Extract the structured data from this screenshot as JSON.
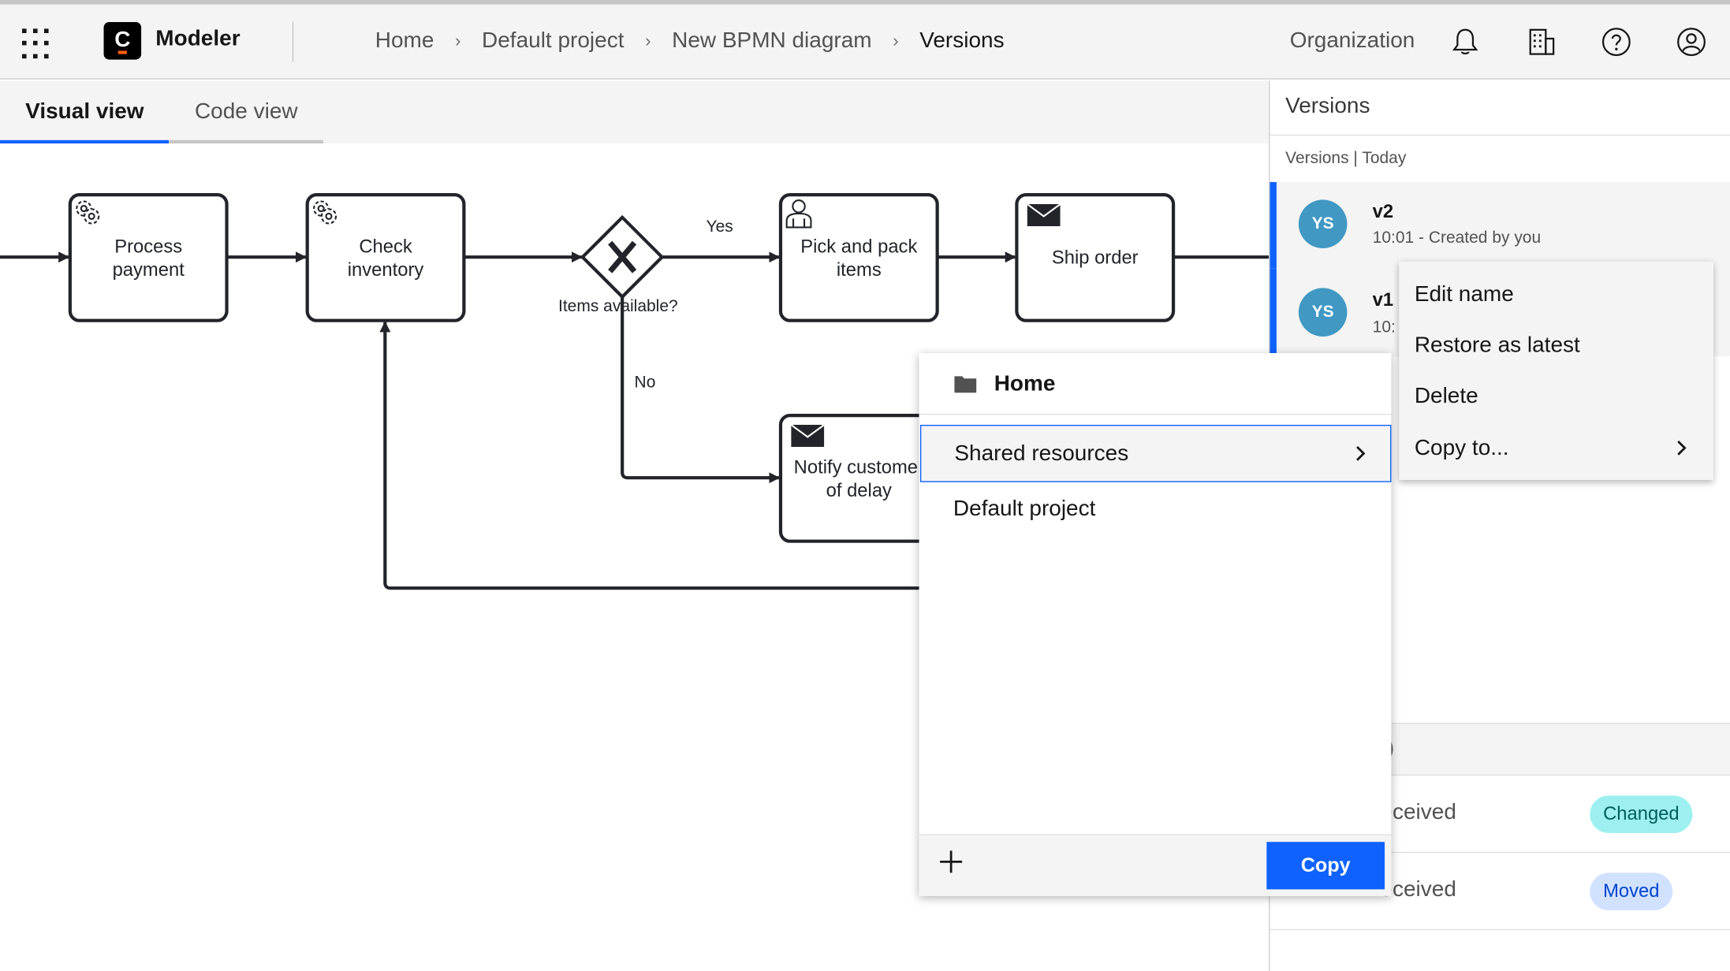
{
  "header": {
    "app_name": "Modeler",
    "logo_letter": "C",
    "breadcrumb": [
      "Home",
      "Default project",
      "New BPMN diagram",
      "Versions"
    ],
    "organization_label": "Organization"
  },
  "tabs": [
    {
      "label": "Visual view",
      "active": true
    },
    {
      "label": "Code view",
      "active": false
    }
  ],
  "diagram": {
    "tasks": {
      "process_payment": "Process payment",
      "check_inventory": "Check inventory",
      "pick_and_pack": "Pick and pack items",
      "ship_order": "Ship order",
      "notify_customer": "Notify customer of delay"
    },
    "gateway_label": "Items available?",
    "flow_yes": "Yes",
    "flow_no": "No"
  },
  "panel": {
    "title": "Versions",
    "subtitle": "Versions | Today",
    "versions": [
      {
        "avatar": "YS",
        "name": "v2",
        "meta": "10:01 - Created by you"
      },
      {
        "avatar": "YS",
        "name": "v1",
        "meta": "10:"
      }
    ],
    "partial_row_text": ")",
    "changes": [
      {
        "text": "eceived",
        "tag": "Changed"
      },
      {
        "text": "eceived",
        "tag": "Moved"
      }
    ]
  },
  "context_menu": {
    "items": [
      "Edit name",
      "Restore as latest",
      "Delete",
      "Copy to..."
    ]
  },
  "copy_dialog": {
    "location": "Home",
    "items": [
      {
        "label": "Shared resources",
        "selected": true
      },
      {
        "label": "Default project",
        "selected": false
      }
    ],
    "copy_label": "Copy"
  },
  "colors": {
    "accent": "#0f62fe",
    "avatar": "#4098c3",
    "changed_tag": "#9ef0f0",
    "moved_tag": "#d0e2ff"
  }
}
